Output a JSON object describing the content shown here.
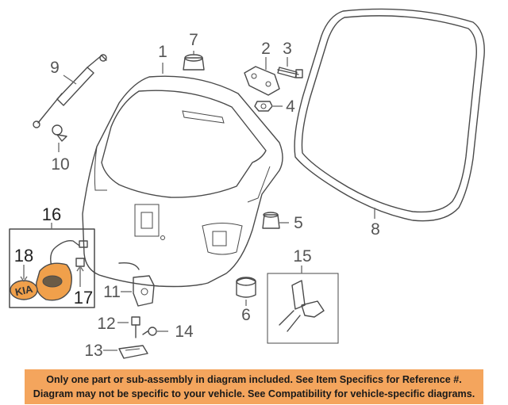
{
  "callouts": [
    {
      "id": "1",
      "label": "1"
    },
    {
      "id": "2",
      "label": "2"
    },
    {
      "id": "3",
      "label": "3"
    },
    {
      "id": "4",
      "label": "4"
    },
    {
      "id": "5",
      "label": "5"
    },
    {
      "id": "6",
      "label": "6"
    },
    {
      "id": "7",
      "label": "7"
    },
    {
      "id": "8",
      "label": "8"
    },
    {
      "id": "9",
      "label": "9"
    },
    {
      "id": "10",
      "label": "10"
    },
    {
      "id": "11",
      "label": "11"
    },
    {
      "id": "12",
      "label": "12"
    },
    {
      "id": "13",
      "label": "13"
    },
    {
      "id": "14",
      "label": "14"
    },
    {
      "id": "15",
      "label": "15"
    },
    {
      "id": "16",
      "label": "16"
    },
    {
      "id": "17",
      "label": "17"
    },
    {
      "id": "18",
      "label": "18"
    }
  ],
  "emblem_text": "KIA",
  "inset_highlight_color": "#f0a04b",
  "disclaimer": {
    "line1": "Only one part or sub-assembly in diagram included. See Item Specifics for Reference #.",
    "line2": "Diagram may not be specific to your vehicle. See Compatibility for vehicle-specific diagrams.",
    "background": "#f4a55d"
  }
}
